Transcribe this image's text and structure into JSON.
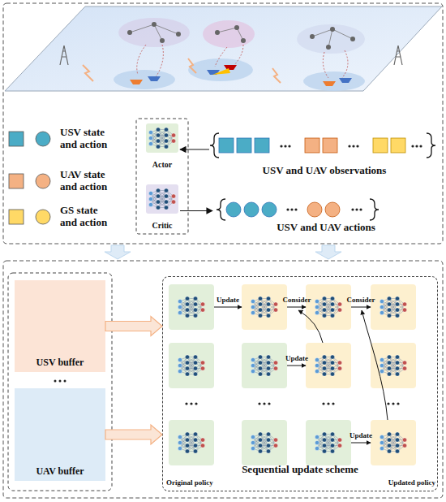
{
  "diagram": {
    "nodes": [
      {
        "text": [
          "Actor"
        ]
      },
      {
        "text": [
          "Critic"
        ]
      },
      {
        "text": [
          "USV and UAV observations"
        ]
      },
      {
        "text": [
          "USV and UAV actions"
        ]
      },
      {
        "text": [
          "USV buffer"
        ]
      },
      {
        "text": [
          "UAV buffer"
        ]
      },
      {
        "text": [
          "Sequential update scheme"
        ]
      }
    ],
    "edges": [
      {
        "from": 2,
        "to": 0,
        "arrow": "to"
      },
      {
        "from": 1,
        "to": 3,
        "arrow": "to"
      },
      {
        "from": 4,
        "to": 6,
        "arrow": "to"
      },
      {
        "from": 5,
        "to": 6,
        "arrow": "to"
      }
    ],
    "labels": [
      "Update",
      "Consider",
      "Consider",
      "Update",
      "Update",
      "Original policy",
      "Updated policy"
    ],
    "legend": [
      {
        "text": "USV state and action",
        "color": "#4bacc6"
      },
      {
        "text": "UAV state and action",
        "color": "#f4b183"
      },
      {
        "text": "GS state and action",
        "color": "#ffd966"
      }
    ]
  }
}
